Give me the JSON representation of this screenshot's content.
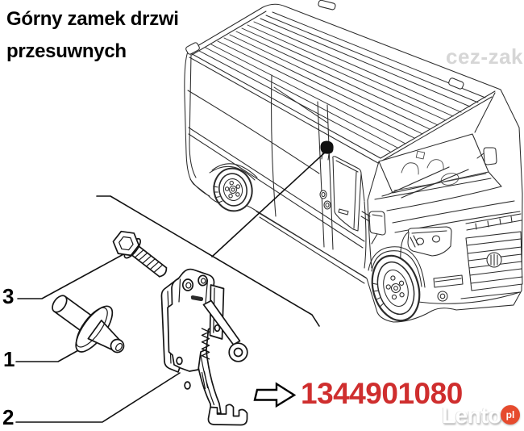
{
  "title": {
    "line1": "Górny zamek drzwi",
    "line2": "przesuwnych"
  },
  "watermark": {
    "text": "cez-zak",
    "color": "#d6d6d6"
  },
  "callouts": [
    {
      "number": "3",
      "part": "bolt"
    },
    {
      "number": "1",
      "part": "pin"
    },
    {
      "number": "2",
      "part": "lock-mechanism"
    }
  ],
  "part": {
    "number": "1344901080",
    "color": "#cf2e2e",
    "arrow_icon": "outline-right-arrow"
  },
  "logo": {
    "name": "Lento",
    "suffix": "pl",
    "accent": "#e64b2e"
  },
  "illustration": {
    "subject": "van-line-drawing",
    "marker": "black-lock-position-dot"
  }
}
